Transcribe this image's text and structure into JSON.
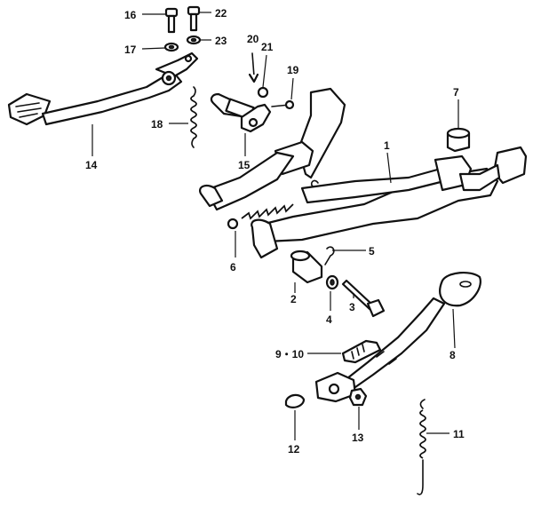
{
  "diagram": {
    "callouts": {
      "p1": "1",
      "p2": "2",
      "p3": "3",
      "p4": "4",
      "p5": "5",
      "p6": "6",
      "p7": "7",
      "p8": "8",
      "p9_10": "9・10",
      "p11": "11",
      "p12": "12",
      "p13": "13",
      "p14": "14",
      "p15": "15",
      "p16": "16",
      "p17": "17",
      "p18": "18",
      "p19": "19",
      "p20": "20",
      "p21": "21",
      "p22": "22",
      "p23": "23"
    }
  }
}
